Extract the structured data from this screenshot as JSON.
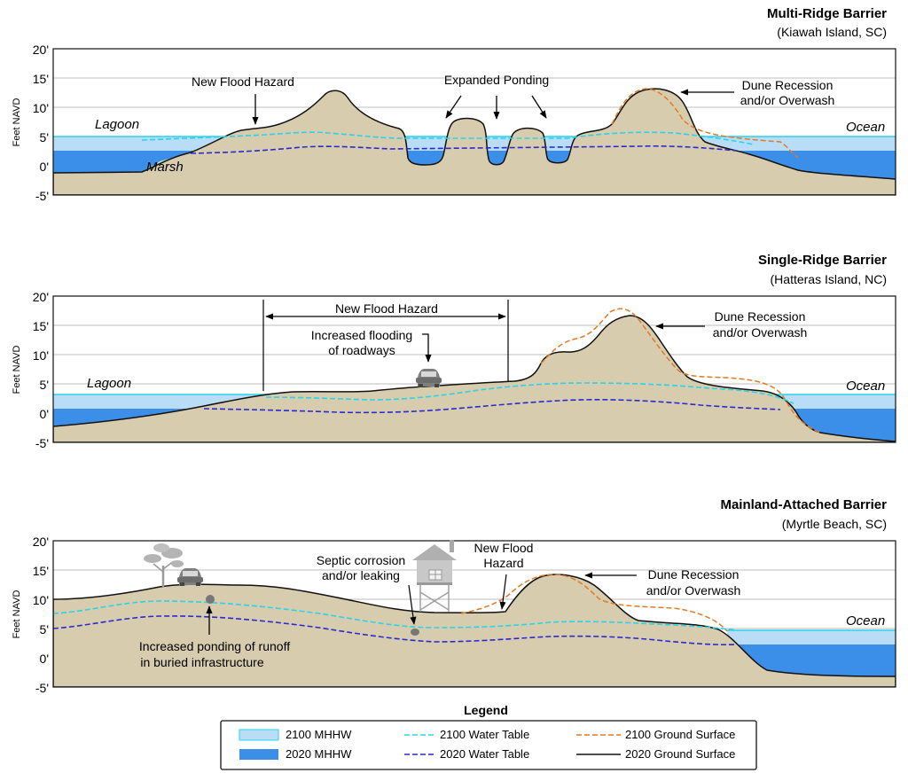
{
  "y_axis_label": "Feet NAVD",
  "y_ticks": [
    "20'",
    "15'",
    "10'",
    "5'",
    "0'",
    "-5'"
  ],
  "panels": [
    {
      "title": "Multi-Ridge Barrier",
      "location": "(Kiawah Island, SC)",
      "labels": {
        "lagoon": "Lagoon",
        "marsh": "Marsh",
        "ocean": "Ocean",
        "new_flood_hazard": "New Flood Hazard",
        "expanded_ponding": "Expanded Ponding",
        "dune_line1": "Dune Recession",
        "dune_line2": "and/or Overwash"
      }
    },
    {
      "title": "Single-Ridge Barrier",
      "location": "(Hatteras Island, NC)",
      "labels": {
        "lagoon": "Lagoon",
        "ocean": "Ocean",
        "new_flood_hazard": "New Flood Hazard",
        "roads_line1": "Increased flooding",
        "roads_line2": "of roadways",
        "dune_line1": "Dune Recession",
        "dune_line2": "and/or Overwash"
      }
    },
    {
      "title": "Mainland-Attached Barrier",
      "location": "(Myrtle Beach, SC)",
      "labels": {
        "ocean": "Ocean",
        "septic_line1": "Septic corrosion",
        "septic_line2": "and/or leaking",
        "flood_line1": "New Flood",
        "flood_line2": "Hazard",
        "dune_line1": "Dune Recession",
        "dune_line2": "and/or Overwash",
        "runoff_line1": "Increased ponding of runoff",
        "runoff_line2": "in buried infrastructure"
      }
    }
  ],
  "legend": {
    "title": "Legend",
    "items": {
      "mhhw_2100": "2100 MHHW",
      "mhhw_2020": "2020 MHHW",
      "wt_2100": "2100 Water Table",
      "wt_2020": "2020 Water Table",
      "gs_2100": "2100 Ground Surface",
      "gs_2020": "2020 Ground Surface"
    }
  },
  "colors": {
    "ground": "#d8ccae",
    "mhhw_2100": "#b9ddf6",
    "mhhw_2020": "#3c8fe8",
    "marsh": "#bfe0bf",
    "cyan_line": "#29d4e8",
    "wt_2020": "#2a2ad0",
    "gs_2100": "#e07a26",
    "gs_2020": "#111111",
    "grid": "#bdbdbd"
  }
}
